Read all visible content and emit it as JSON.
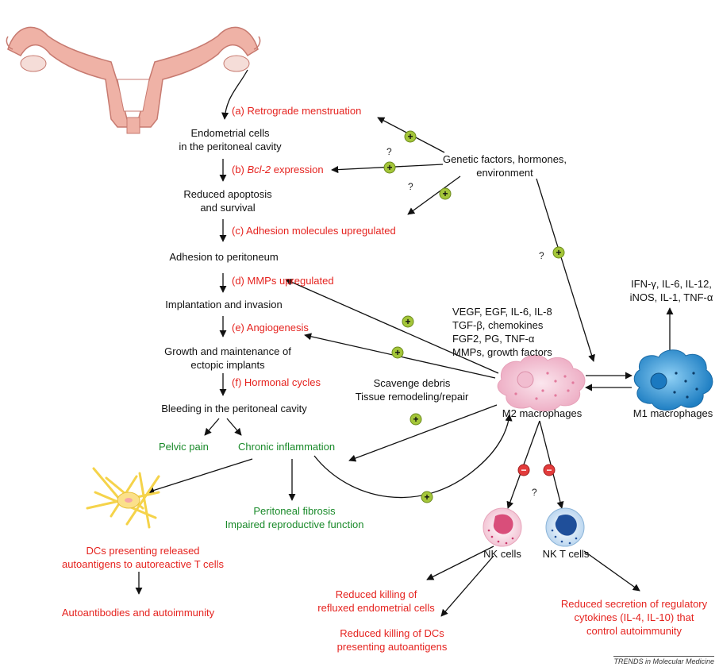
{
  "labels": {
    "retro": "(a) Retrograde menstruation",
    "endo_cells_1": "Endometrial cells",
    "endo_cells_2": "in the peritoneal cavity",
    "bcl2_a": "(b) ",
    "bcl2_b": "Bcl-2",
    "bcl2_c": " expression",
    "red_apop_1": "Reduced apoptosis",
    "red_apop_2": "and survival",
    "adh_mol": "(c) Adhesion molecules upregulated",
    "adh_perit": "Adhesion to peritoneum",
    "mmps": "(d) MMPs upregulated",
    "implant": "Implantation and invasion",
    "angio": "(e) Angiogenesis",
    "growth_1": "Growth and maintenance of",
    "growth_2": "ectopic implants",
    "hormonal": "(f) Hormonal cycles",
    "bleeding": "Bleeding in the peritoneal cavity",
    "pelvic_pain": "Pelvic pain",
    "chronic_infl": "Chronic inflammation",
    "fibrosis_1": "Peritoneal fibrosis",
    "fibrosis_2": "Impaired reproductive function",
    "dcs_1": "DCs presenting released",
    "dcs_2": "autoantigens to autoreactive T cells",
    "autoab": "Autoantibodies and autoimmunity",
    "genetic_1": "Genetic factors, hormones,",
    "genetic_2": "environment",
    "vegf_1": "VEGF, EGF, IL-6, IL-8",
    "vegf_2": "TGF-β, chemokines",
    "vegf_3": "FGF2, PG, TNF-α",
    "vegf_4": "MMPs, growth factors",
    "scavenge_1": "Scavenge debris",
    "scavenge_2": "Tissue remodeling/repair",
    "m2": "M2 macrophages",
    "m1": "M1 macrophages",
    "ifn_1": "IFN-γ, IL-6, IL-12,",
    "ifn_2": "iNOS, IL-1, TNF-α",
    "nk": "NK cells",
    "nkt": "NK T cells",
    "reduced_kill_1a": "Reduced killing of",
    "reduced_kill_1b": "refluxed endometrial cells",
    "reduced_kill_2a": "Reduced killing of DCs",
    "reduced_kill_2b": "presenting autoantigens",
    "reduced_sec_1": "Reduced secretion of regulatory",
    "reduced_sec_2": "cytokines (IL-4, IL-10) that",
    "reduced_sec_3": "control autoimmunity",
    "q": "?",
    "plus": "+",
    "minus": "−",
    "footer": "TRENDS in Molecular Medicine"
  },
  "colors": {
    "red_text": "#e5231f",
    "green_text": "#1a8a2a",
    "plus_badge": "#a4c639",
    "minus_badge": "#e33b3b",
    "m2_cell": "#f4c7d6",
    "m1_cell": "#2f98d8",
    "uterus": "#efb2a6"
  }
}
